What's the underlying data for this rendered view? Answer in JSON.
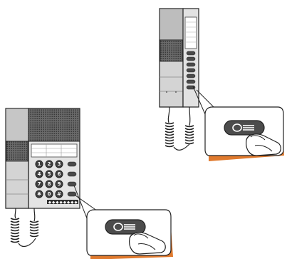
{
  "keypad": {
    "keys": [
      "1",
      "2",
      "3",
      "4",
      "5",
      "6",
      "7",
      "8",
      "9",
      "✱",
      "0",
      "#"
    ]
  },
  "desk_phone": {
    "brand_label": "◆ ◆ ◆ ◆ ◆ ◆ ◆ ◆"
  },
  "colors": {
    "body_light": "#d4d4d4",
    "body_dark": "#4a4a4a",
    "grille": "#5a5a5a",
    "button_pill": "#4c4c4c",
    "callout_shadow": "#e07a2e",
    "outline": "#222222"
  },
  "icons": [
    "wall-intercom-icon",
    "desk-intercom-icon",
    "hand-press-icon",
    "door-release-button-icon"
  ]
}
